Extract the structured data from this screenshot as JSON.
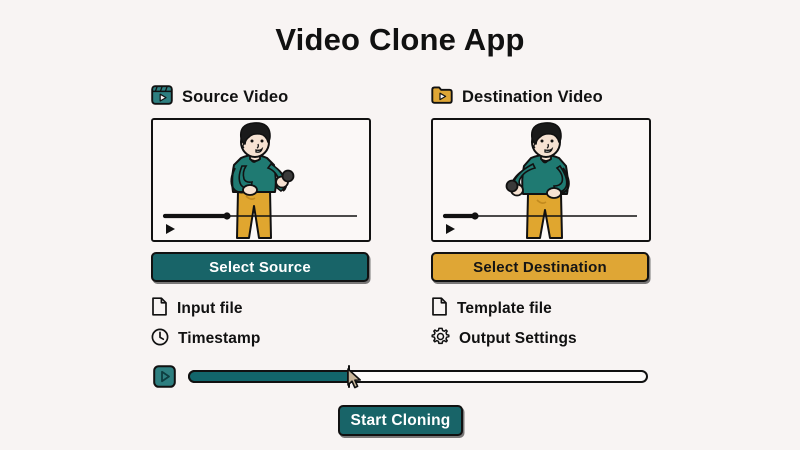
{
  "app": {
    "title": "Video Clone App",
    "background_color": "#F8F4F3",
    "accent_teal": "#186468",
    "accent_amber": "#DFA635",
    "text_color": "#111111"
  },
  "columns": {
    "source": {
      "header_label": "Source Video",
      "header_icon": "film-clapper-play-icon",
      "header_icon_color": "#2E7F80",
      "preview": {
        "alt": "hand-drawn illustration of a person in a teal t-shirt and mustard pants holding a small object",
        "shirt_color": "#1F7A72",
        "pants_color": "#E0A62F",
        "hair_color": "#1A1A1A",
        "skin_color": "#F6E2D2",
        "scrub_position_percent": 35,
        "play_icon": "play-triangle-icon"
      },
      "select_button": {
        "label": "Select Source",
        "background": "#186468",
        "text_color": "#FFFFFF"
      },
      "options": [
        {
          "label": "Input file",
          "icon": "document-file-icon"
        },
        {
          "label": "Timestamp",
          "icon": "clock-icon"
        }
      ]
    },
    "destination": {
      "header_label": "Destination Video",
      "header_icon": "folder-play-icon",
      "header_icon_color": "#DFA635",
      "preview": {
        "alt": "hand-drawn illustration of a person in a teal t-shirt and mustard pants holding a small object",
        "shirt_color": "#1F7A72",
        "pants_color": "#E0A62F",
        "hair_color": "#1A1A1A",
        "skin_color": "#F6E2D2",
        "scrub_position_percent": 18,
        "play_icon": "play-triangle-icon"
      },
      "select_button": {
        "label": "Select Destination",
        "background": "#DFA635",
        "text_color": "#151515"
      },
      "options": [
        {
          "label": "Template file",
          "icon": "document-file-icon"
        },
        {
          "label": "Output Settings",
          "icon": "gear-icon"
        }
      ]
    }
  },
  "timeline": {
    "play_button_icon": "play-button-icon",
    "play_button_color": "#2E7F80",
    "progress_percent": 35,
    "fill_color": "#12666B",
    "track_color": "#FDFBFA"
  },
  "cursor": {
    "icon": "mouse-arrow-cursor"
  },
  "start_button": {
    "label": "Start Cloning",
    "background": "#186468",
    "text_color": "#FFFFFF"
  }
}
